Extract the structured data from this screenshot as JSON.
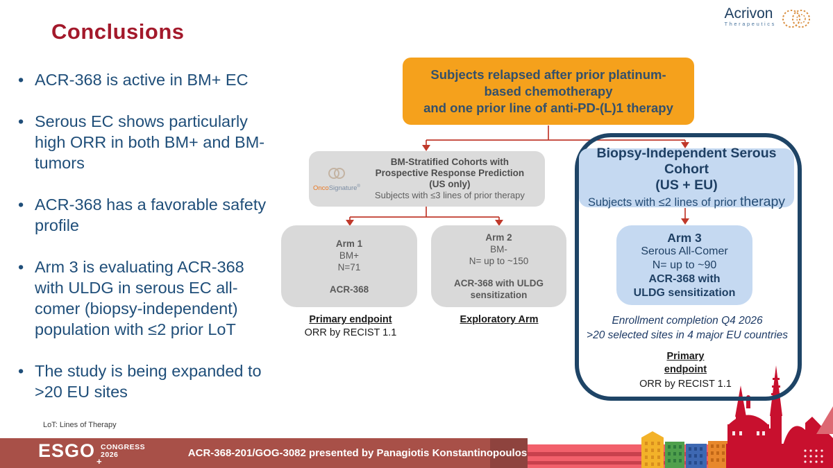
{
  "colors": {
    "title_red": "#A3192B",
    "bullet_blue": "#1F4E79",
    "orange_box": "#F5A11C",
    "navy": "#1E4466",
    "light_blue": "#C5D9F1",
    "gray_box": "#DBDBDB",
    "arrow_red": "#C0392B",
    "footer_maroon": "#A85048",
    "skyline_red": "#C8102E"
  },
  "header": {
    "title": "Conclusions",
    "acrivon": {
      "name": "Acrivon",
      "sub": "Therapeutics"
    }
  },
  "bullet_char": "•",
  "bullets": [
    "ACR-368 is active in BM+ EC",
    "Serous EC shows particularly high ORR in both BM+ and BM- tumors",
    "ACR-368 has a favorable safety profile",
    "Arm 3 is evaluating ACR-368 with ULDG in serous EC all-comer (biopsy-independent) population with ≤2 prior LoT",
    "The study is being expanded to >20 EU sites"
  ],
  "footnote": "LoT: Lines of Therapy",
  "flow": {
    "top": {
      "line1": "Subjects relapsed after prior platinum-based chemotherapy",
      "line2": "and one prior line of anti-PD-(L)1 therapy"
    },
    "bm": {
      "logo_onco": "Onco",
      "logo_sig": "Signature",
      "logo_reg": "®",
      "t1": "BM-Stratified Cohorts with",
      "t2": "Prospective Response Prediction",
      "t3": "(US only)",
      "sub": "Subjects with ≤3 lines of prior therapy"
    },
    "serous": {
      "t1": "Biopsy-Independent Serous Cohort",
      "t2": "(US + EU)",
      "sub_a": "Subjects with ≤2 lines of prior ",
      "sub_b": "therapy"
    },
    "arm1": {
      "name": "Arm 1",
      "pop": "BM+",
      "n": "N=71",
      "drug": "ACR-368"
    },
    "arm1_endpoint": {
      "label": "Primary endpoint",
      "value": "ORR by RECIST 1.1"
    },
    "arm2": {
      "name": "Arm 2",
      "pop": "BM-",
      "n": "N= up to ~150",
      "drug": "ACR-368 with ULDG sensitization"
    },
    "arm2_endpoint": {
      "label": "Exploratory Arm"
    },
    "arm3": {
      "name": "Arm 3",
      "pop": "Serous All-Comer",
      "n": "N= up to ~90",
      "drug1": "ACR-368 with",
      "drug2": "ULDG sensitization"
    },
    "arm3_notes": {
      "line1": "Enrollment completion Q4 2026",
      "line2": ">20 selected sites in 4 major EU countries"
    },
    "arm3_endpoint": {
      "label1": "Primary",
      "label2": "endpoint",
      "value": "ORR by RECIST 1.1"
    }
  },
  "footer": {
    "esgo": "ESGO",
    "esgo_plus": "+",
    "congress": "CONGRESS",
    "year": "2026",
    "credit": "ACR-368-201/GOG-3082 presented by Panagiotis Konstantinopoulos"
  }
}
